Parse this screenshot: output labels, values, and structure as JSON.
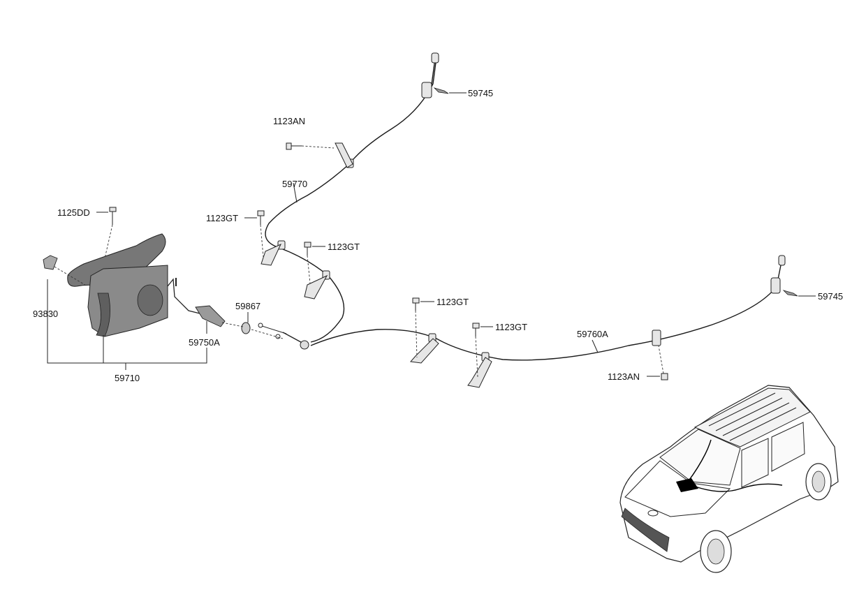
{
  "labels": {
    "p59745_top": "59745",
    "p1123an_top": "1123AN",
    "p59770": "59770",
    "p1123gt_a": "1123GT",
    "p1123gt_b": "1123GT",
    "p1125dd": "1125DD",
    "p93830": "93830",
    "p59867": "59867",
    "p59750a": "59750A",
    "p59710": "59710",
    "p1123gt_c": "1123GT",
    "p1123gt_d": "1123GT",
    "p59760a": "59760A",
    "p59745_right": "59745",
    "p1123an_bottom": "1123AN"
  }
}
